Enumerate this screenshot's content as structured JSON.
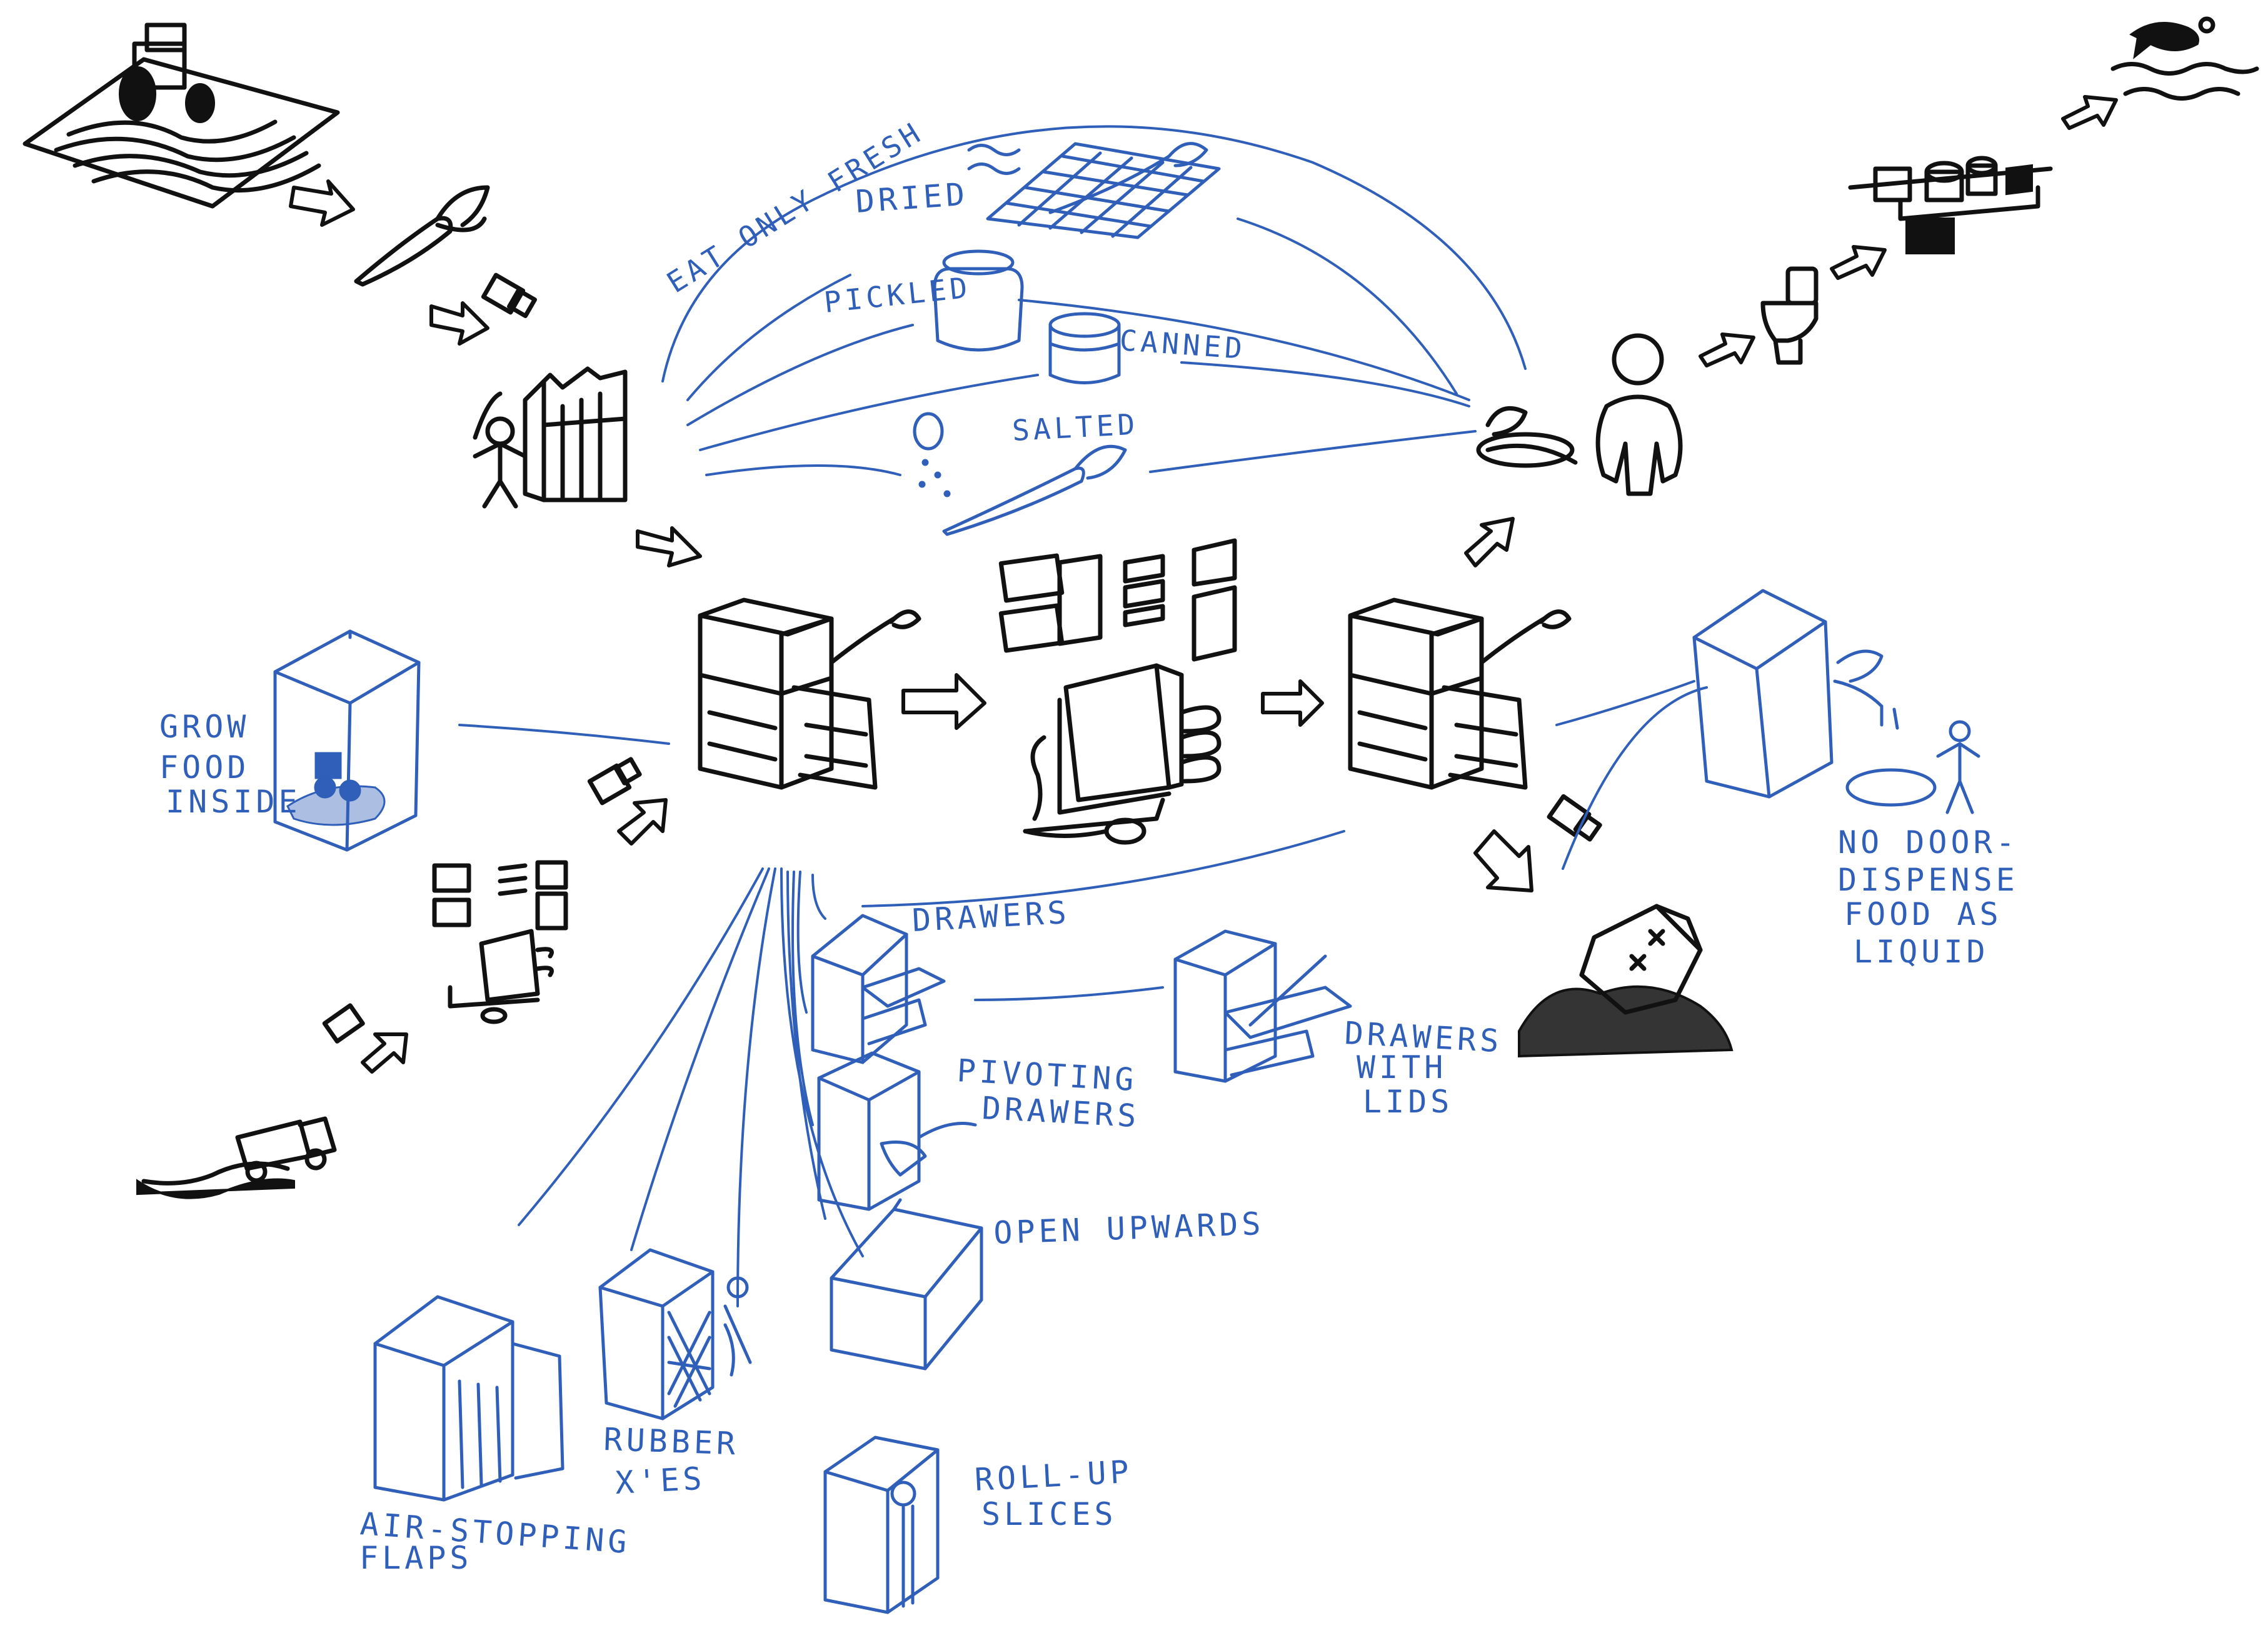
{
  "labels": {
    "eat_only_fresh": "EAT ONLY FRESH",
    "dried": "DRIED",
    "pickled": "PICKLED",
    "canned": "CANNED",
    "salted": "SALTED",
    "grow_food_inside_1": "GROW",
    "grow_food_inside_2": "FOOD",
    "grow_food_inside_3": "INSIDE",
    "drawers": "DRAWERS",
    "pivoting_drawers_1": "PIVOTING",
    "pivoting_drawers_2": "DRAWERS",
    "drawers_with_lids_1": "DRAWERS",
    "drawers_with_lids_2": "WITH",
    "drawers_with_lids_3": "LIDS",
    "open_upwards": "OPEN UPWARDS",
    "no_door_1": "NO DOOR-",
    "no_door_2": "DISPENSE",
    "no_door_3": "FOOD AS",
    "no_door_4": "LIQUID",
    "air_stopping_flaps_1": "AIR-STOPPING",
    "air_stopping_flaps_2": "FLAPS",
    "rubber_xes_1": "RUBBER",
    "rubber_xes_2": "X'ES",
    "roll_up_slices_1": "ROLL-UP",
    "roll_up_slices_2": "SLICES"
  },
  "colors": {
    "ink_black": "#111111",
    "ink_blue": "#2f5fb8",
    "paper": "#ffffff"
  },
  "icons": [
    "tractor-field-icon",
    "carrot-icon",
    "truck-icon",
    "grocery-store-icon",
    "fridge-icon",
    "fridge-exploded-icon",
    "person-icon",
    "toilet-icon",
    "water-treatment-icon",
    "fish-icon",
    "landfill-icon",
    "dump-truck-icon"
  ]
}
